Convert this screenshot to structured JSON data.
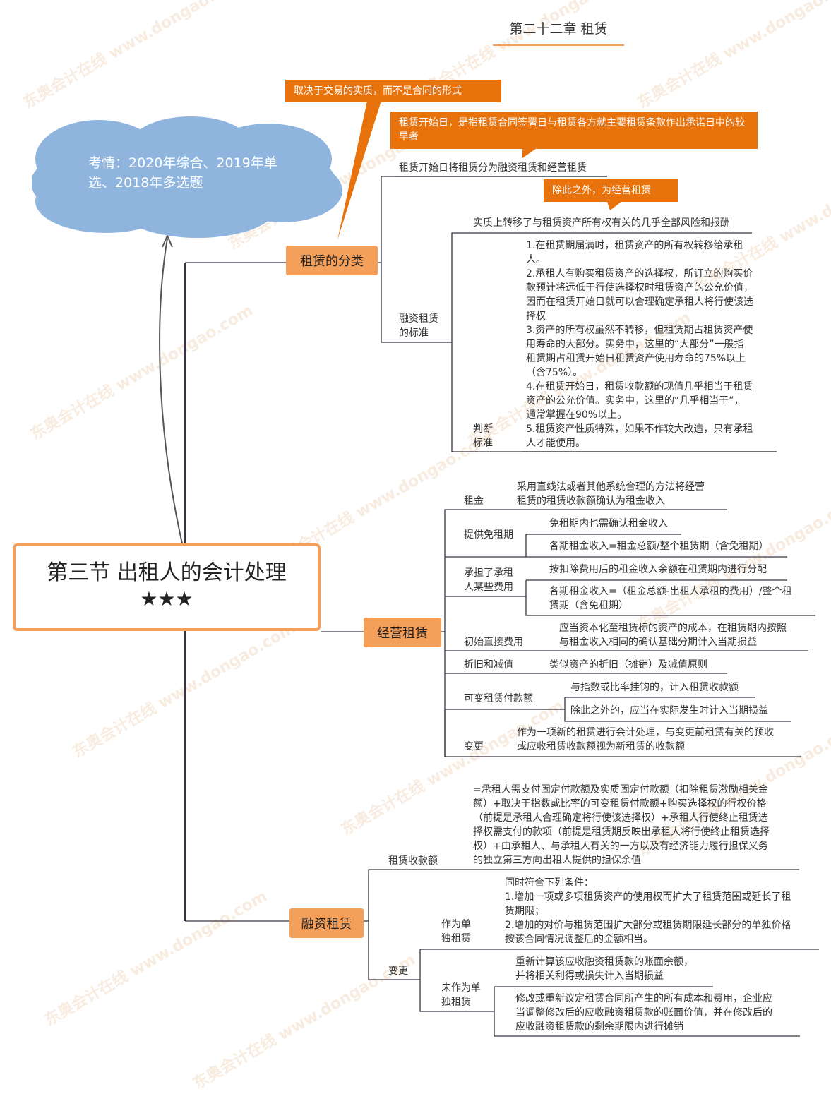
{
  "chapter_title": "第二十二章 租赁",
  "cloud_text": "考情：2020年综合、2019年单选、2018年多选题",
  "root": {
    "title": "第三节 出租人的会计处理",
    "stars": "★★★"
  },
  "callouts": {
    "substance": "取决于交易的实质，而不是合同的形式",
    "start_date": "租赁开始日，是指租赁合同签署日与租赁各方就主要租赁条款作出承诺日中的较早者",
    "otherwise": "除此之外，为经营租赁"
  },
  "classification": {
    "label": "租赁的分类",
    "start_rule": "租赁开始日将租赁分为融资租赁和经营租赁",
    "substance_rule": "实质上转移了与租赁资产所有权有关的几乎全部风险和报酬",
    "finance_criteria_label": "融资租赁\n的标准",
    "judgement_label": "判断\n标准",
    "criteria_text": "1.在租赁期届满时，租赁资产的所有权转移给承租\n人。\n2.承租人有购买租赁资产的选择权，所订立的购买价\n款预计将远低于行使选择权时租赁资产的公允价值，\n因而在租赁开始日就可以合理确定承租人将行使该选\n择权\n3.资产的所有权虽然不转移，但租赁期占租赁资产使\n用寿命的大部分。实务中，这里的“大部分”一般指\n租赁期占租赁开始日租赁资产使用寿命的75%以上\n（含75%）。\n4.在租赁开始日，租赁收款额的现值几乎相当于租赁\n资产的公允价值。实务中，这里的“几乎相当于”，\n通常掌握在90%以上。\n5.租赁资产性质特殊，如果不作较大改造，只有承租\n人才能使用。"
  },
  "operating": {
    "label": "经营租赁",
    "rent_label": "租金",
    "rent_text": "采用直线法或者其他系统合理的方法将经营\n租赁的租赁收款额确认为租金收入",
    "free_label": "提供免租期",
    "free_1": "免租期内也需确认租金收入",
    "free_2": "各期租金收入=租金总额/整个租赁期（含免租期）",
    "cost_label": "承担了承租\n人某些费用",
    "cost_1": "按扣除费用后的租金收入余额在租赁期内进行分配",
    "cost_2": "各期租金收入=（租金总额-出租人承租的费用）/整个租\n赁期（含免租期）",
    "direct_label": "初始直接费用",
    "direct_text": "应当资本化至租赁标的资产的成本，在租赁期内按照\n与租金收入相同的确认基础分期计入当期损益",
    "dep_label": "折旧和减值",
    "dep_text": "类似资产的折旧（摊销）及减值原则",
    "var_label": "可变租赁付款额",
    "var_1": "与指数或比率挂钩的，计入租赁收款额",
    "var_2": "除此之外的，应当在实际发生时计入当期损益",
    "change_label": "变更",
    "change_text": "作为一项新的租赁进行会计处理，与变更前租赁有关的预收\n或应收租赁收款额视为新租赁的收款额"
  },
  "finance": {
    "label": "融资租赁",
    "receipts_label": "租赁收款额",
    "receipts_text": "=承租人需支付固定付款额及实质固定付款额（扣除租赁激励相关金\n额）+取决于指数或比率的可变租赁付款额+购买选择权的行权价格\n（前提是承租人合理确定将行使该选择权）+承租人行使终止租赁选\n择权需支付的款项（前提是租赁期反映出承租人将行使终止租赁选择\n权）+由承租人、与承租人有关的一方以及有经济能力履行担保义务\n的独立第三方向出租人提供的担保余值",
    "change_label": "变更",
    "separate_label": "作为单\n独租赁",
    "separate_text": "同时符合下列条件：\n1.增加一项或多项租赁资产的使用权而扩大了租赁范围或延长了租\n赁期限；\n2.增加的对价与租赁范围扩大部分或租赁期限延长部分的单独价格\n按该合同情况调整后的金额相当。",
    "not_separate_label": "未作为单\n独租赁",
    "not_sep_1": "重新计算该应收融资租赁款的账面余额，\n并将相关利得或损失计入当期损益",
    "not_sep_2": "修改或重新议定租赁合同所产生的所有成本和费用，企业应\n当调整修改后的应收融资租赁款的账面价值，并在修改后的\n应收融资租赁款的剩余期限内进行摊销"
  },
  "watermark": "东奥会计在线 www.dongao.com",
  "colors": {
    "accent": "#e8720c",
    "pill": "#f5a05a",
    "cloud": "#8fb4dd",
    "line": "#3a3340"
  }
}
